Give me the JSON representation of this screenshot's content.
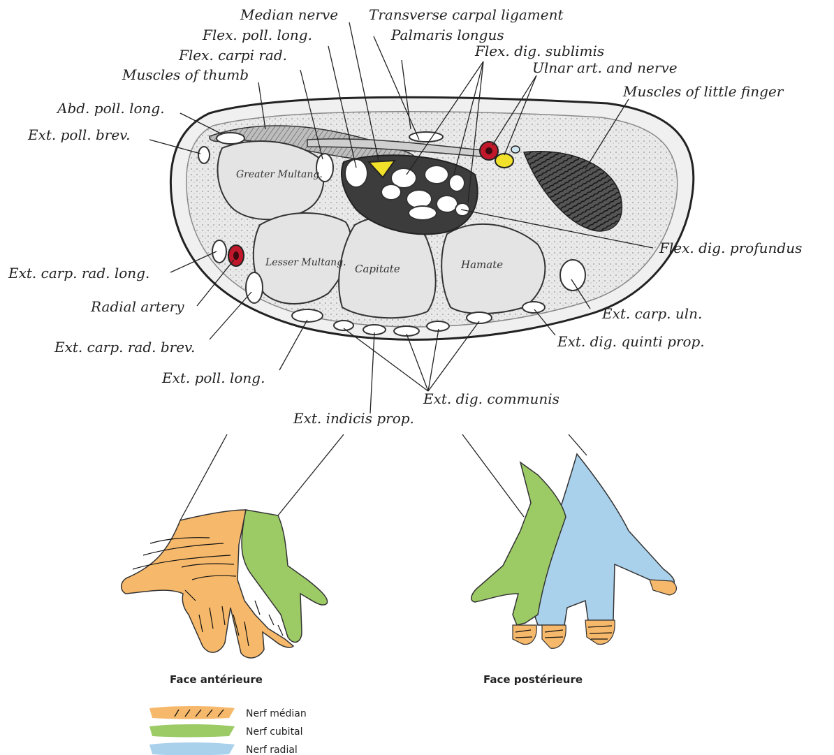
{
  "colors": {
    "median": "#f6b96b",
    "ulnar": "#9ccb66",
    "radial": "#a9d1ec",
    "artery": "#c0182a",
    "nerve": "#f2e12a"
  },
  "section_labels": {
    "median_nerve": "Median nerve",
    "transverse_carpal_ligament": "Transverse carpal ligament",
    "flex_poll_long": "Flex. poll. long.",
    "palmaris_longus": "Palmaris longus",
    "flex_carpi_rad": "Flex. carpi rad.",
    "flex_dig_sublimis": "Flex. dig. sublimis",
    "muscles_of_thumb": "Muscles of thumb",
    "ulnar_art_and_nerve": "Ulnar art. and nerve",
    "muscles_of_little_finger": "Muscles of little finger",
    "abd_poll_long": "Abd. poll. long.",
    "ext_poll_brev": "Ext. poll. brev.",
    "flex_dig_profundus": "Flex. dig. profundus",
    "ext_carp_rad_long": "Ext. carp. rad. long.",
    "radial_artery": "Radial artery",
    "ext_carp_uln": "Ext. carp. uln.",
    "ext_dig_quinti_prop": "Ext. dig. quinti prop.",
    "ext_carp_rad_brev": "Ext. carp. rad. brev.",
    "ext_poll_long": "Ext. poll. long.",
    "ext_dig_communis": "Ext. dig. communis",
    "ext_indicis_prop": "Ext. indicis prop."
  },
  "bones": {
    "greater_multang": "Greater Multang.",
    "lesser_multang": "Lesser Multang.",
    "capitate": "Capitate",
    "hamate": "Hamate"
  },
  "hands": {
    "anterior_caption": "Face antérieure",
    "posterior_caption": "Face postérieure"
  },
  "legend": [
    {
      "label": "Nerf médian",
      "color": "#f6b96b",
      "hatched": true
    },
    {
      "label": "Nerf cubital",
      "color": "#9ccb66",
      "hatched": false
    },
    {
      "label": "Nerf radial",
      "color": "#a9d1ec",
      "hatched": false
    }
  ]
}
